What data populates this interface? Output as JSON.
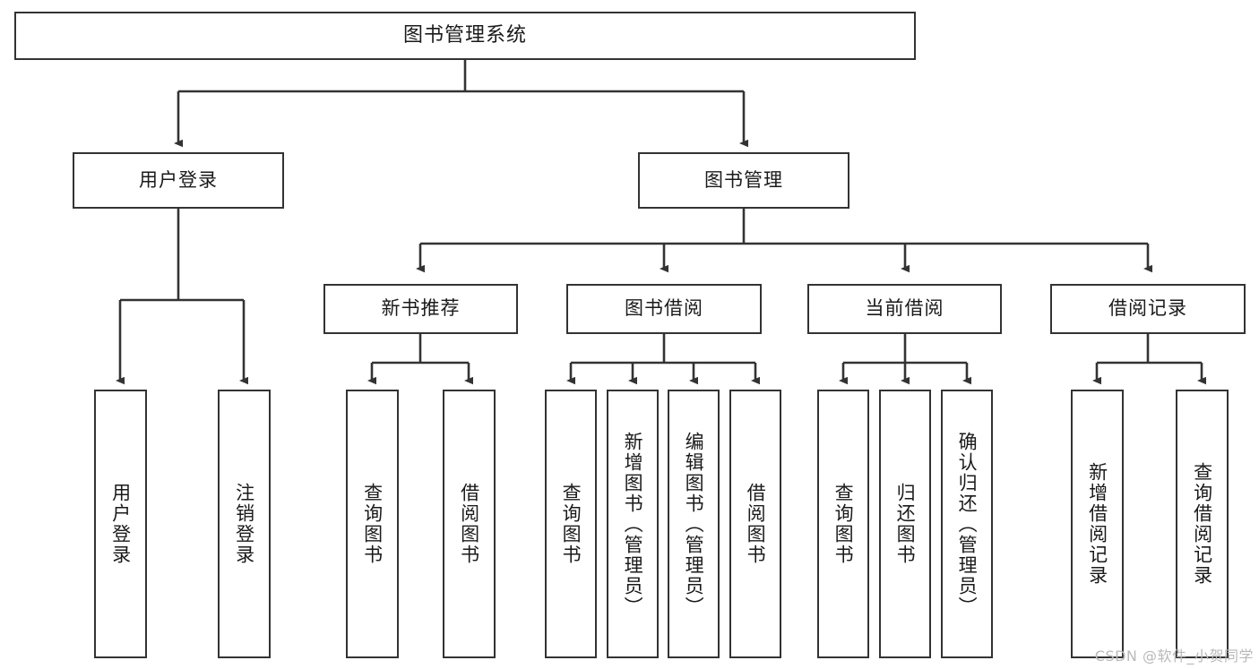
{
  "diagram": {
    "title": "图书管理系统",
    "type": "tree-hierarchy-chart",
    "watermark": "CSDN @软件_小贺同学",
    "colors": {
      "node_border": "#333333",
      "node_fill": "#ffffff",
      "edge": "#333333",
      "text": "#1a1a1a",
      "watermark": "#b9b9b9"
    },
    "nodes": {
      "root": {
        "label": "图书管理系统"
      },
      "level2": [
        {
          "id": "user-login",
          "label": "用户登录"
        },
        {
          "id": "book-manage",
          "label": "图书管理"
        }
      ],
      "level3": [
        {
          "id": "new-book-recommend",
          "label": "新书推荐"
        },
        {
          "id": "book-borrow",
          "label": "图书借阅"
        },
        {
          "id": "current-borrow",
          "label": "当前借阅"
        },
        {
          "id": "borrow-record",
          "label": "借阅记录"
        }
      ],
      "leaves": {
        "user-login": [
          {
            "id": "leaf-user-login",
            "label": "用户登录"
          },
          {
            "id": "leaf-user-logout",
            "label": "注销登录"
          }
        ],
        "new-book-recommend": [
          {
            "id": "leaf-query-book-1",
            "label": "查询图书"
          },
          {
            "id": "leaf-borrow-book-1",
            "label": "借阅图书"
          }
        ],
        "book-borrow": [
          {
            "id": "leaf-query-book-2",
            "label": "查询图书"
          },
          {
            "id": "leaf-add-book",
            "label": "新增图书（管理员）"
          },
          {
            "id": "leaf-edit-book",
            "label": "编辑图书（管理员）"
          },
          {
            "id": "leaf-borrow-book-2",
            "label": "借阅图书"
          }
        ],
        "current-borrow": [
          {
            "id": "leaf-query-book-3",
            "label": "查询图书"
          },
          {
            "id": "leaf-return-book",
            "label": "归还图书"
          },
          {
            "id": "leaf-confirm-return",
            "label": "确认归还（管理员）"
          }
        ],
        "borrow-record": [
          {
            "id": "leaf-add-record",
            "label": "新增借阅记录"
          },
          {
            "id": "leaf-query-record",
            "label": "查询借阅记录"
          }
        ]
      }
    }
  }
}
